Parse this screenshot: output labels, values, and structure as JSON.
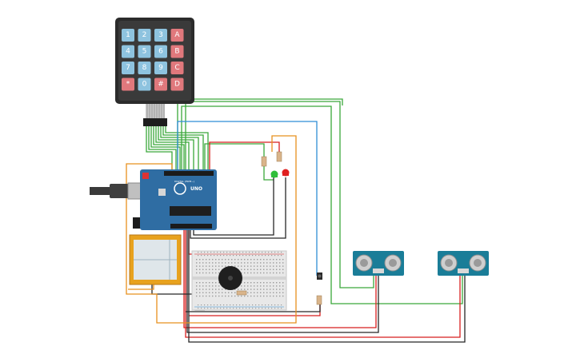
{
  "canvas": {
    "background": "#ffffff"
  },
  "keypad": {
    "keys": [
      [
        "1",
        "2",
        "3",
        "A"
      ],
      [
        "4",
        "5",
        "6",
        "B"
      ],
      [
        "7",
        "8",
        "9",
        "C"
      ],
      [
        "*",
        "0",
        "#",
        "D"
      ]
    ],
    "digit_color": "#8ec3df",
    "letter_color": "#e0787c",
    "frame_color": "#2b2b2b"
  },
  "arduino": {
    "board_color": "#2f6da3",
    "logo_text": "UNO",
    "header_label": "DIGITAL (PWM~)"
  },
  "sensors": [
    {
      "id": "ultrasonic-1",
      "color": "#1a7d98"
    },
    {
      "id": "ultrasonic-2",
      "color": "#1a7d98"
    }
  ],
  "leds": [
    {
      "id": "led-green",
      "color": "#2fbf3a"
    },
    {
      "id": "led-red",
      "color": "#e02020"
    }
  ],
  "wire_colors": {
    "green": "#3aa83a",
    "red": "#d81e1e",
    "black": "#262626",
    "orange": "#e8901e",
    "blue": "#2f8ed6"
  },
  "parts": {
    "breadboard_color": "#e8e8e8",
    "buzzer_color": "#1f1f1f",
    "lcd_frame_color": "#e8a21e",
    "lcd_screen_color": "#dfe6ea"
  }
}
